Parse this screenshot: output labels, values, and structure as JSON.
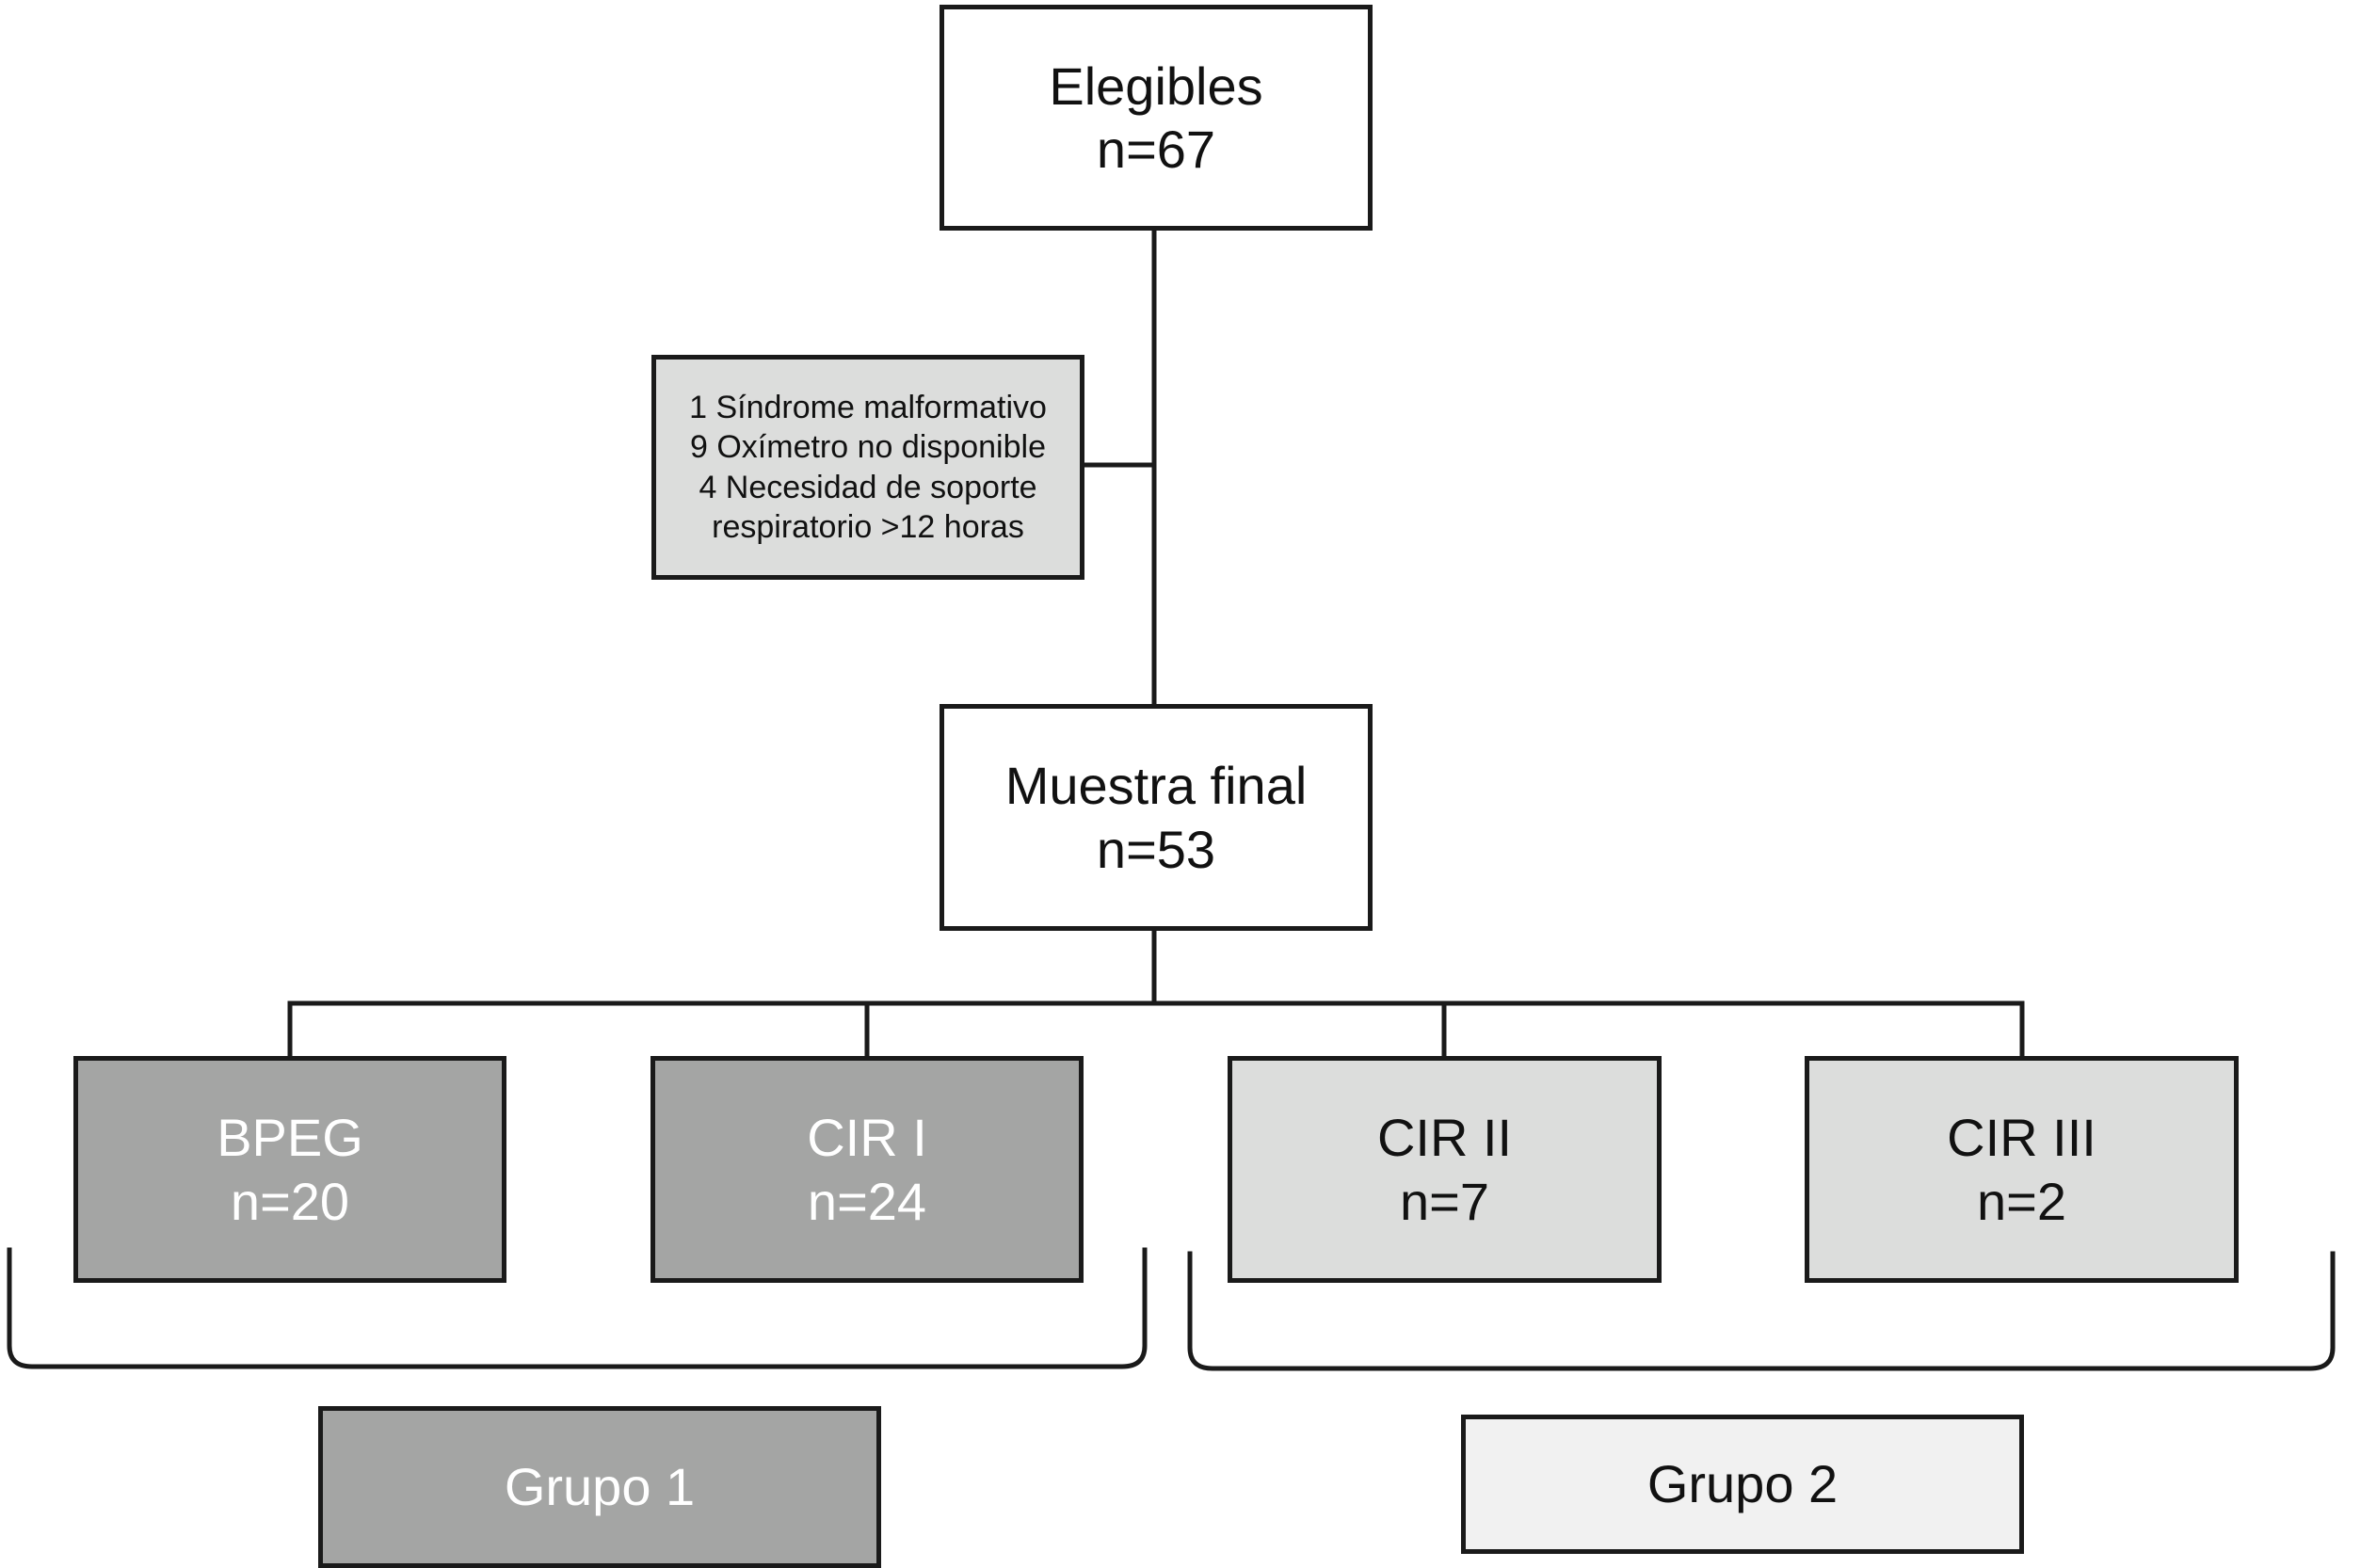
{
  "colors": {
    "stroke": "#1a1a1a",
    "fill_white": "#ffffff",
    "fill_light_gray": "#dcdddc",
    "fill_dark_gray": "#a4a5a4",
    "fill_lightest_gray": "#f1f1f1",
    "text_dark": "#111111",
    "text_light": "#ffffff"
  },
  "nodes": {
    "eligible": {
      "title": "Elegibles",
      "count": "n=67"
    },
    "exclusions": {
      "lines": [
        "1 Síndrome malformativo",
        "9 Oxímetro no disponible",
        "4 Necesidad de soporte",
        "respiratorio >12 horas"
      ]
    },
    "final_sample": {
      "title": "Muestra final",
      "count": "n=53"
    },
    "bpeg": {
      "title": "BPEG",
      "count": "n=20"
    },
    "cir1": {
      "title": "CIR I",
      "count": "n=24"
    },
    "cir2": {
      "title": "CIR II",
      "count": "n=7"
    },
    "cir3": {
      "title": "CIR III",
      "count": "n=2"
    },
    "group1": {
      "label": "Grupo 1"
    },
    "group2": {
      "label": "Grupo 2"
    }
  }
}
